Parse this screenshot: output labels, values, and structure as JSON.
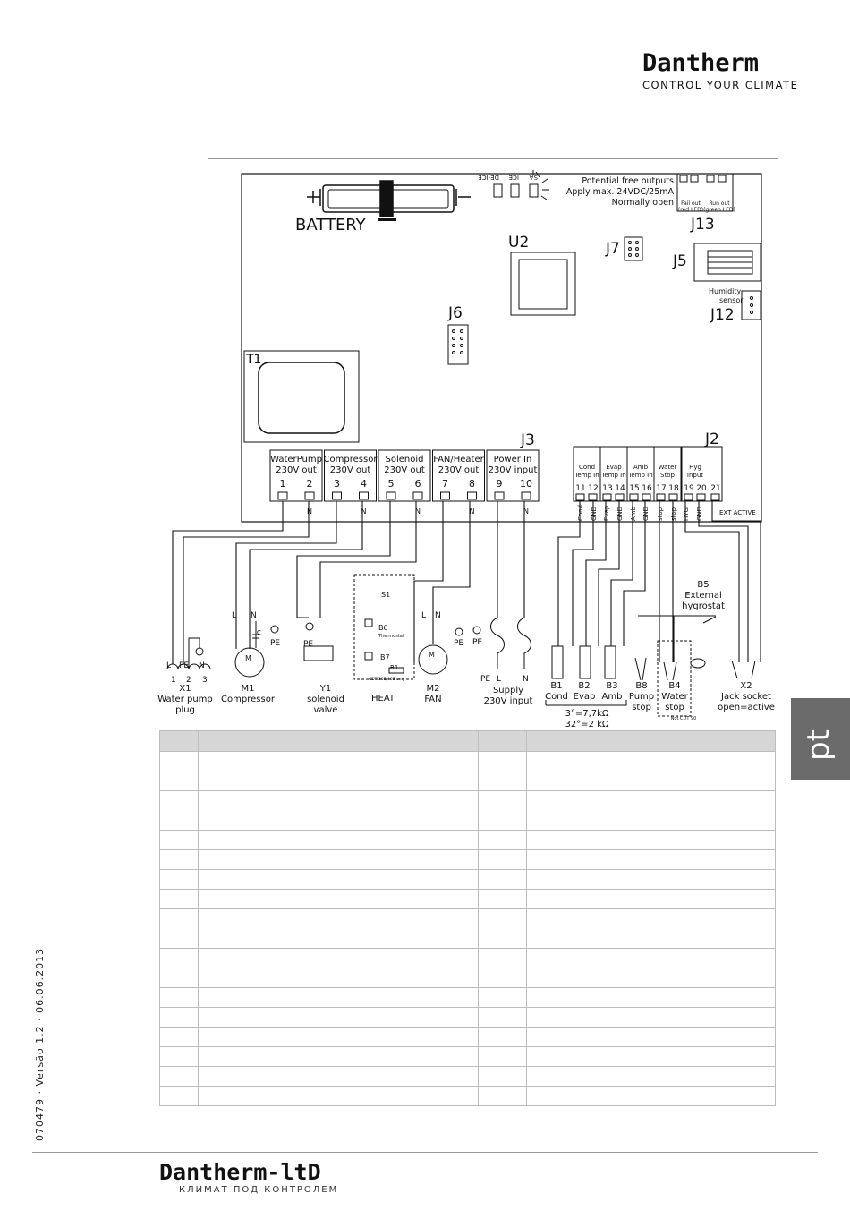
{
  "header": {
    "brand": "Dantherm",
    "tagline": "CONTROL YOUR CLIMATE"
  },
  "footer": {
    "brand": "Dantherm-ltD",
    "tagline": "КЛИМАТ ПОД КОНТРОЛЕМ",
    "doc_info": "070479 · Versão 1.2 · 06.06.2013"
  },
  "lang_tab": "pt",
  "diagram": {
    "battery": "BATTERY",
    "u2": "U2",
    "j6": "J6",
    "j7": "J7",
    "j5": "J5",
    "j12": "J12",
    "j13": "J13",
    "j3": "J3",
    "j2": "J2",
    "t1": "T1",
    "humidity_sensor": [
      "Humidity",
      "sensor"
    ],
    "potential_free": [
      "Potential free outputs",
      "Apply max. 24VDC/25mA",
      "Normally open"
    ],
    "fail_out": [
      "Fail out",
      "(red LED)"
    ],
    "run_out": [
      "Run out",
      "(green LED)"
    ],
    "top_leds": [
      "ICE",
      "DE-ICE",
      "SA"
    ],
    "j3_blocks": [
      {
        "l1": "WaterPump",
        "l2": "230V out",
        "t1": "1",
        "t2": "2"
      },
      {
        "l1": "Compressor",
        "l2": "230V out",
        "t1": "3",
        "t2": "4"
      },
      {
        "l1": "Solenoid",
        "l2": "230V out",
        "t1": "5",
        "t2": "6"
      },
      {
        "l1": "FAN/Heater",
        "l2": "230V out",
        "t1": "7",
        "t2": "8"
      },
      {
        "l1": "Power In",
        "l2": "230V input",
        "t1": "9",
        "t2": "10"
      }
    ],
    "n_label": "N",
    "j2_blocks": [
      {
        "l1": "Cond",
        "l2": "Temp In",
        "t1": "11",
        "t2": "12"
      },
      {
        "l1": "Evap",
        "l2": "Temp In",
        "t1": "13",
        "t2": "14"
      },
      {
        "l1": "Amb",
        "l2": "Temp In",
        "t1": "15",
        "t2": "16"
      },
      {
        "l1": "Water",
        "l2": "Stop",
        "t1": "17",
        "t2": "18"
      },
      {
        "l1": "Hyg",
        "l2": "Input",
        "t1": "19",
        "t2": "20"
      }
    ],
    "j2_t21": "21",
    "j2_wires": [
      "Cond",
      "GND",
      "Evap",
      "GND",
      "Amb",
      "GND",
      "stop",
      "stop",
      "HYG",
      "GND"
    ],
    "ext_active": "EXT ACTIVE",
    "comps": {
      "x1": [
        "X1",
        "Water pump",
        "plug"
      ],
      "x1_pins": [
        "L",
        "PE",
        "N",
        "1",
        "2",
        "3"
      ],
      "m1": [
        "M1",
        "Compressor"
      ],
      "y1": [
        "Y1",
        "solenoid",
        "valve"
      ],
      "heat": [
        "HEAT"
      ],
      "m2": [
        "M2",
        "FAN"
      ],
      "supply": [
        "Supply",
        "230V input"
      ],
      "supply_pins": [
        "PE",
        "L",
        "N"
      ],
      "b1": [
        "B1",
        "Cond"
      ],
      "b2": [
        "B2",
        "Evap"
      ],
      "b3": [
        "B3",
        "Amb"
      ],
      "b8": [
        "B8",
        "Pump",
        "stop"
      ],
      "b4": [
        "B4",
        "Water",
        "stop"
      ],
      "b4_note": "Not CDT 90",
      "x2": [
        "X2",
        "Jack socket",
        "open=active"
      ],
      "b5": [
        "B5",
        "External",
        "hygrostat"
      ],
      "temp_spec": [
        "3°=7,7kΩ",
        "32°=2 kΩ"
      ],
      "s1": "S1",
      "b6": "B6",
      "b6_sub": "Thermostat",
      "b7": "B7",
      "r1": "R1",
      "cdt_note": "CDT 30S/40S only",
      "m": "M",
      "pe": "PE",
      "l": "L",
      "n": "N",
      "c": "C"
    }
  }
}
